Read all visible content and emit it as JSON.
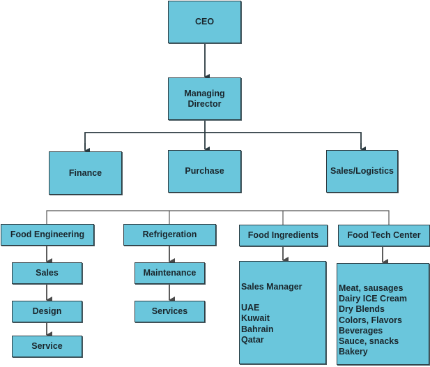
{
  "colors": {
    "box_fill": "#6ac6dc",
    "border": "#2b3a40",
    "line": "#2b3a40"
  },
  "nodes": {
    "ceo": "CEO",
    "managing_director": [
      "Managing",
      "Director"
    ],
    "finance": "Finance",
    "purchase": "Purchase",
    "sales_logistics": "Sales/Logistics",
    "food_engineering": "Food Engineering",
    "refrigeration": "Refrigeration",
    "food_ingredients": "Food Ingredients",
    "food_tech_center": "Food Tech Center",
    "fe_sales": "Sales",
    "fe_design": "Design",
    "fe_service": "Service",
    "ref_maintenance": "Maintenance",
    "ref_services": "Services",
    "fi_detail": {
      "title": "Sales Manager",
      "items": [
        "UAE",
        "Kuwait",
        "Bahrain",
        "Qatar"
      ]
    },
    "ftc_detail": {
      "items": [
        "Meat, sausages",
        "Dairy ICE Cream",
        "Dry Blends",
        "Colors, Flavors",
        "Beverages",
        "Sauce, snacks",
        "Bakery"
      ]
    }
  }
}
